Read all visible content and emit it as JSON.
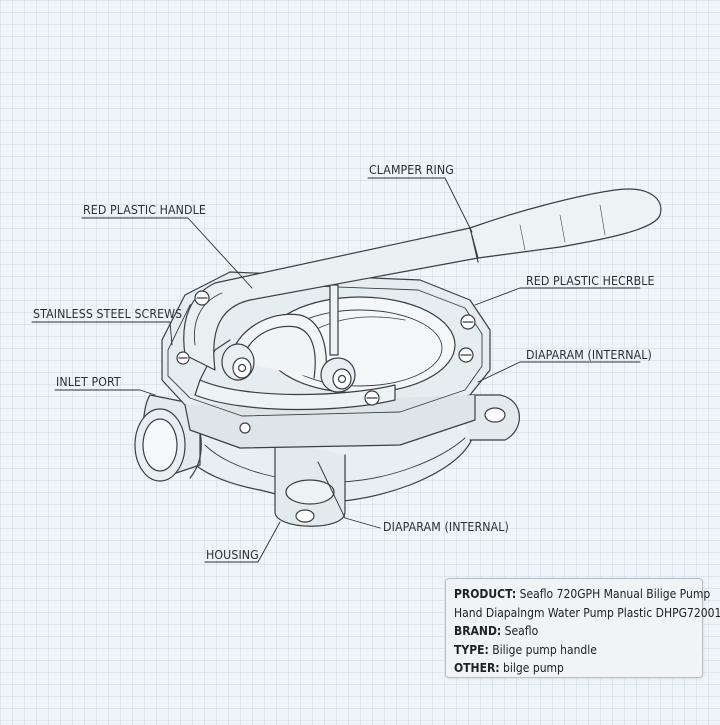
{
  "labels": {
    "clamper_ring": "CLAMPER RING",
    "red_plastic_handle": "RED PLASTIC HANDLE",
    "red_plastic_hecrble": "RED PLASTIC HECRBLE",
    "stainless_steel_screws": "STAINLESS STEEL SCREWS",
    "diaparam_internal_right": "DIAPARAM (INTERNAL)",
    "inlet_port": "INLET PORT",
    "diaparam_internal_bottom": "DIAPARAM (INTERNAL)",
    "housing": "HOUSING"
  },
  "info": {
    "product_key": "PRODUCT:",
    "product_value": "Seaflo 720GPH Manual Bilige Pump",
    "product_value_line2": "Hand Diapalngm Water Pump Plastic DHPG72001",
    "brand_key": "BRAND:",
    "brand_value": "Seaflo",
    "type_key": "TYPE:",
    "type_value": "Bilige pump handle",
    "other_key": "OTHER:",
    "other_value": "bilge pump"
  },
  "colors": {
    "background": "#eef4f7",
    "line": "#3a3f44",
    "shade": "#dfe6ea"
  }
}
